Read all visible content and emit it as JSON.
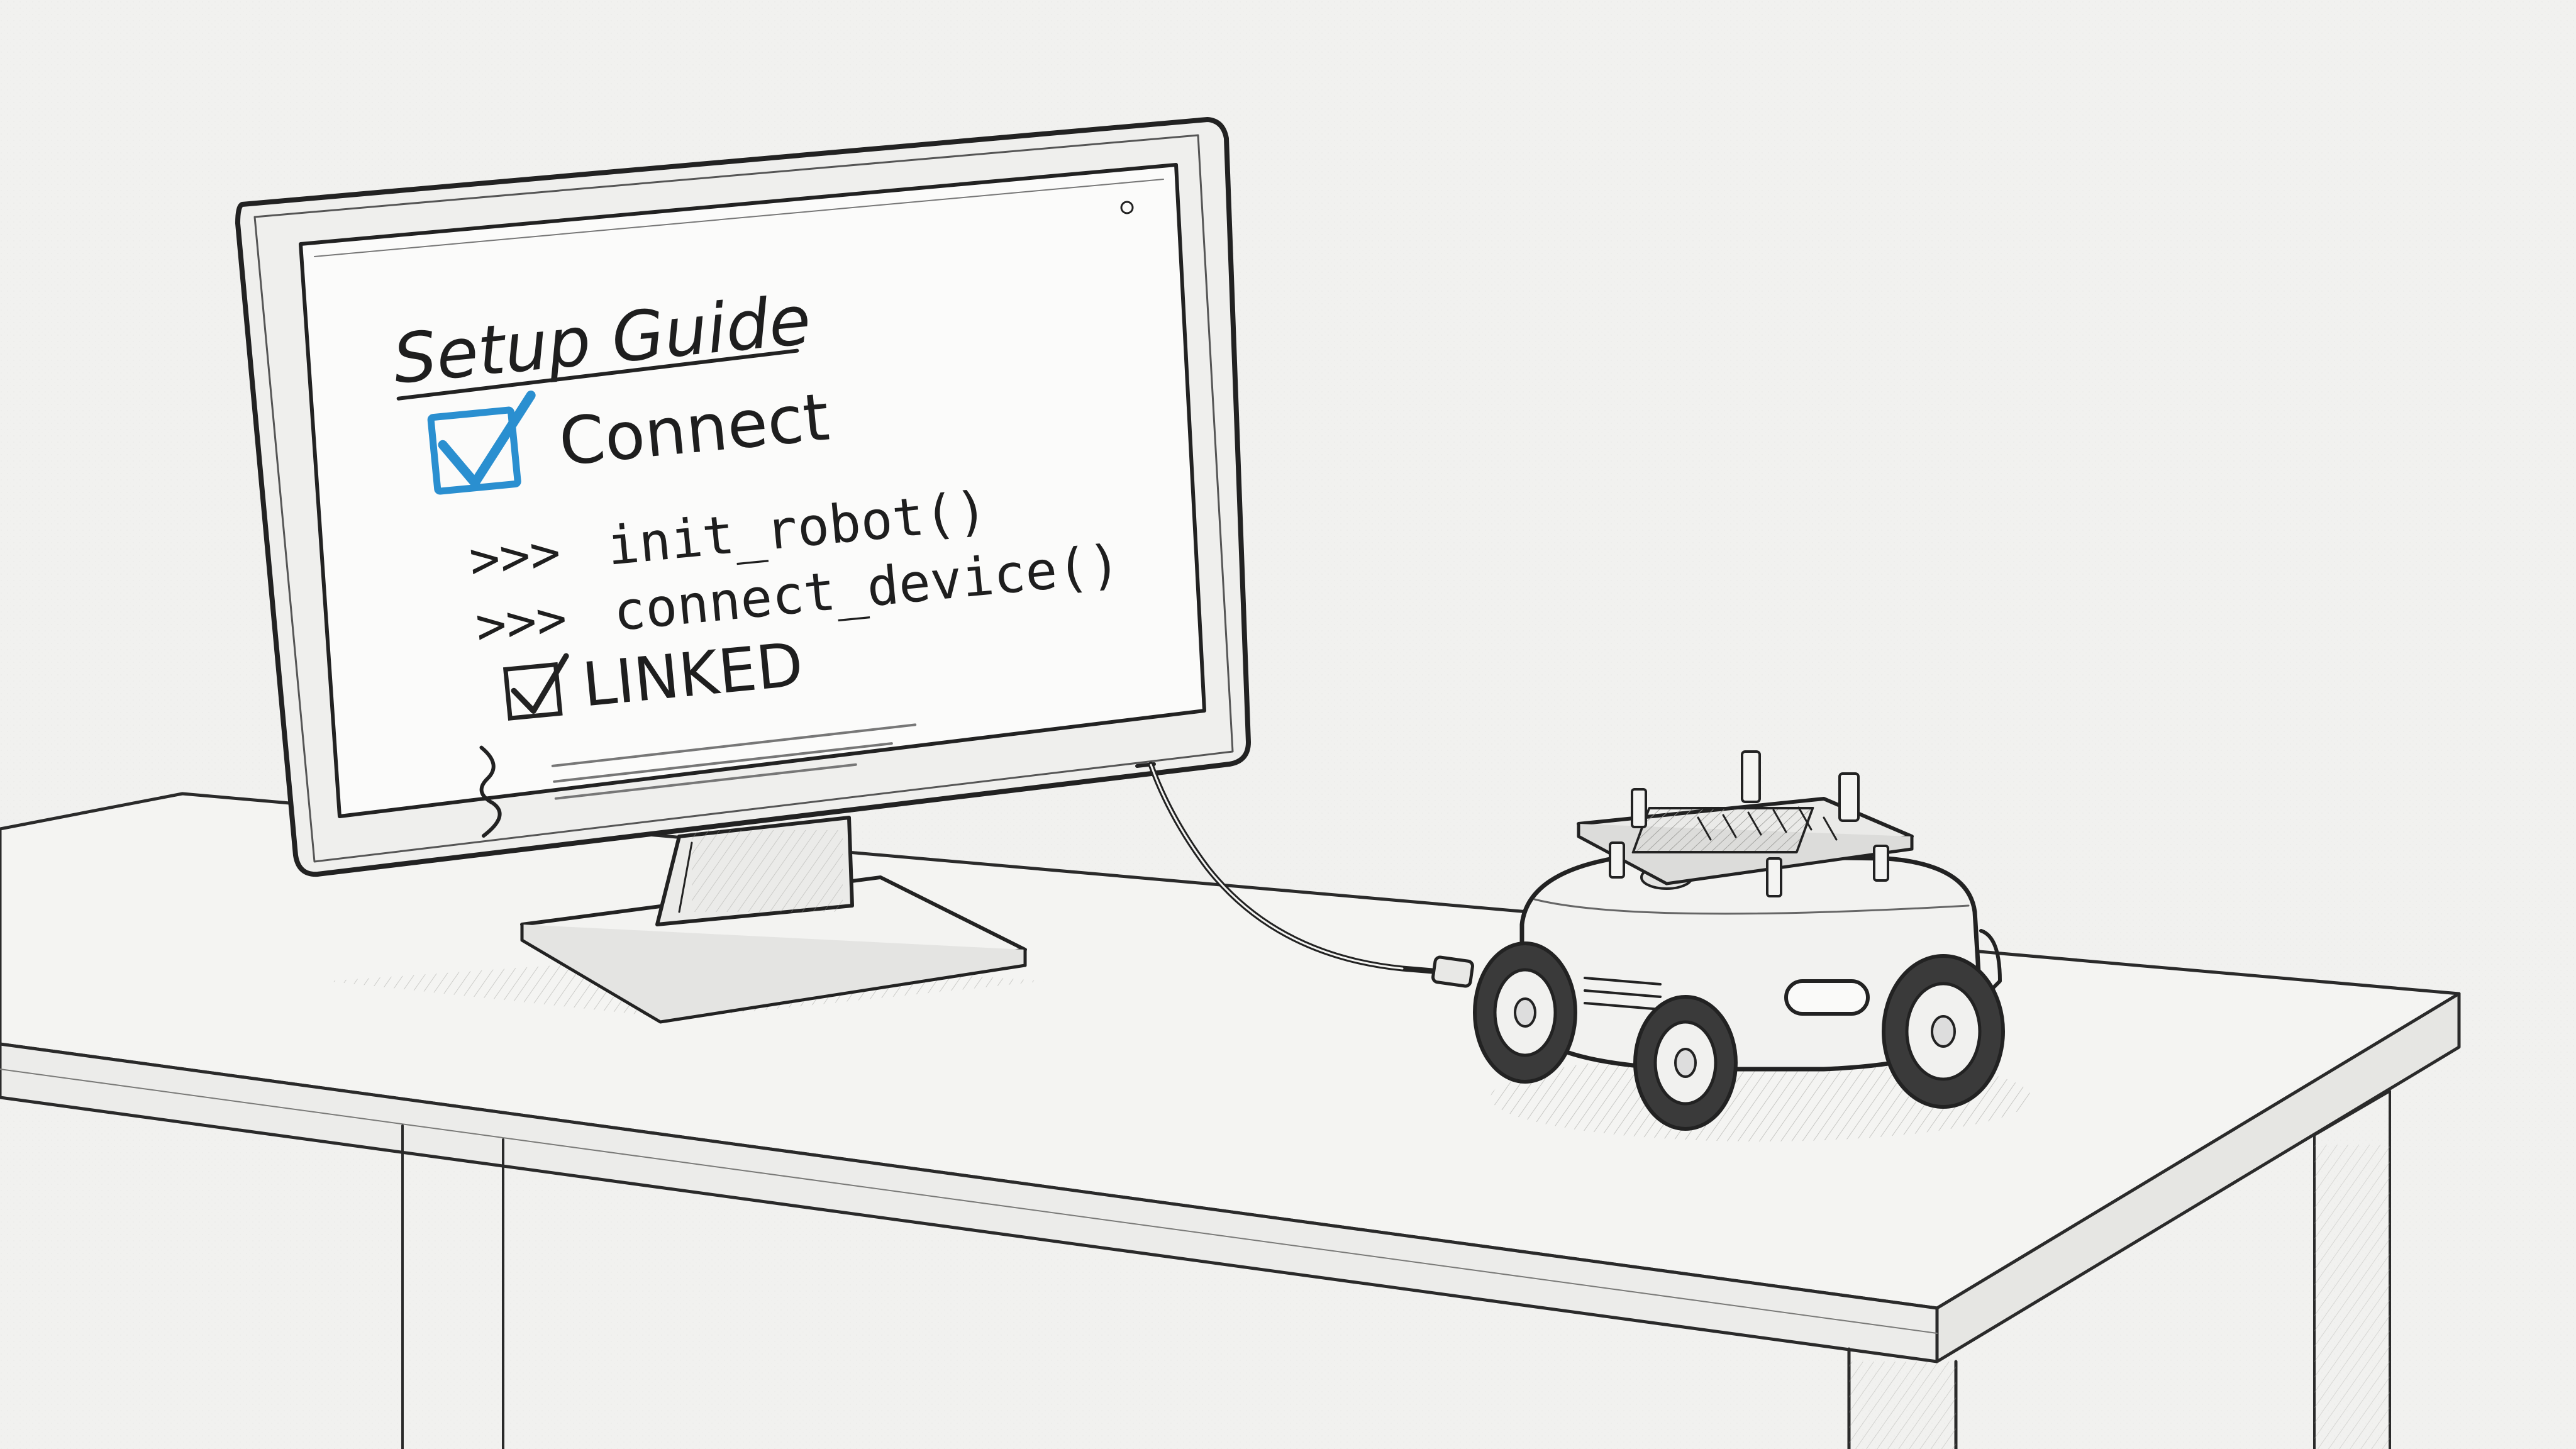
{
  "screen": {
    "title": "Setup Guide",
    "checklist_item": "Connect",
    "commands": [
      {
        "prompt": ">>>",
        "text": "init_robot()"
      },
      {
        "prompt": ">>>",
        "text": "connect_device()"
      }
    ],
    "status": "LINKED"
  },
  "colors": {
    "background": "#f1f1ef",
    "ink": "#1e1e1e",
    "accent_check": "#2a8fd0"
  },
  "icons": [
    "checkbox-checked-icon",
    "checkbox-small-icon",
    "usb-cable",
    "robot-car"
  ]
}
